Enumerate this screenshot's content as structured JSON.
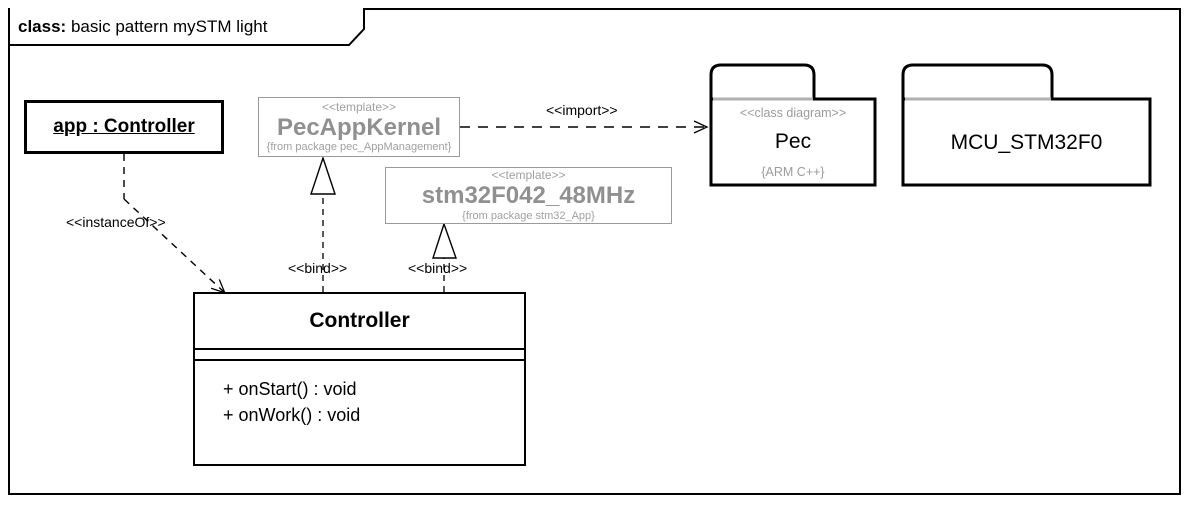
{
  "frame": {
    "keyword": "class:",
    "title": "basic pattern mySTM light"
  },
  "nodes": {
    "app_instance": {
      "name": "app : Controller",
      "kind": "object"
    },
    "pec_app_kernel": {
      "stereotype": "<<template>>",
      "name": "PecAppKernel",
      "from": "{from package pec_AppManagement}",
      "kind": "template-class"
    },
    "stm32_template": {
      "stereotype": "<<template>>",
      "name": "stm32F042_48MHz",
      "from": "{from package stm32_App}",
      "kind": "template-class"
    },
    "controller_class": {
      "name": "Controller",
      "attributes": [],
      "operations": [
        "+ onStart() : void",
        "+ onWork() : void"
      ],
      "kind": "class"
    },
    "pec_package": {
      "stereotype": "<<class diagram>>",
      "name": "Pec",
      "tagged_value": "{ARM C++}",
      "kind": "package"
    },
    "mcu_package": {
      "stereotype": "",
      "name": "MCU_STM32F0",
      "tagged_value": "",
      "kind": "package"
    }
  },
  "edges": {
    "instance_of": {
      "label": "<<instanceOf>>",
      "from": "app_instance",
      "to": "controller_class",
      "style": "dashed",
      "arrow": "open"
    },
    "import": {
      "label": "<<import>>",
      "from": "pec_app_kernel",
      "to": "pec_package",
      "style": "dashed",
      "arrow": "open"
    },
    "bind_kernel": {
      "label": "<<bind>>",
      "from": "controller_class",
      "to": "pec_app_kernel",
      "style": "dashed",
      "arrow": "hollow-triangle"
    },
    "bind_stm32": {
      "label": "<<bind>>",
      "from": "controller_class",
      "to": "stm32_template",
      "style": "dashed",
      "arrow": "hollow-triangle"
    }
  },
  "colors": {
    "stroke": "#000000",
    "template_gray": "#909090",
    "template_border": "#9a9a9a",
    "package_divider": "#b0b0b0",
    "background": "#ffffff"
  }
}
